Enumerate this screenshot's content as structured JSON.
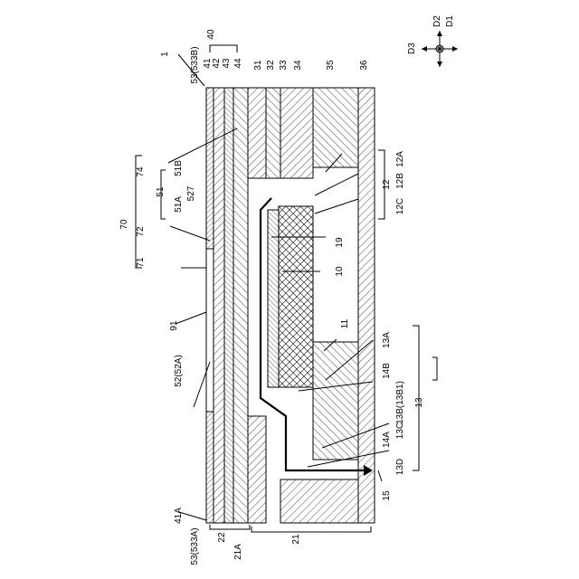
{
  "figure": {
    "direction_legend": {
      "d1": "D1",
      "d2": "D2",
      "d3": "D3"
    },
    "labels": [
      "1",
      "40",
      "53(533B)",
      "41",
      "42",
      "43",
      "44",
      "31",
      "32",
      "33",
      "34",
      "35",
      "36",
      "74",
      "51B",
      "51",
      "51A",
      "527",
      "70",
      "72",
      "71",
      "12A",
      "12",
      "12B",
      "12C",
      "19",
      "10",
      "91",
      "11",
      "13A",
      "13B(13B1)",
      "14B",
      "13",
      "52(52A)",
      "13C",
      "14A",
      "13D",
      "15",
      "41A",
      "53(533A)",
      "22",
      "21A",
      "21"
    ]
  }
}
